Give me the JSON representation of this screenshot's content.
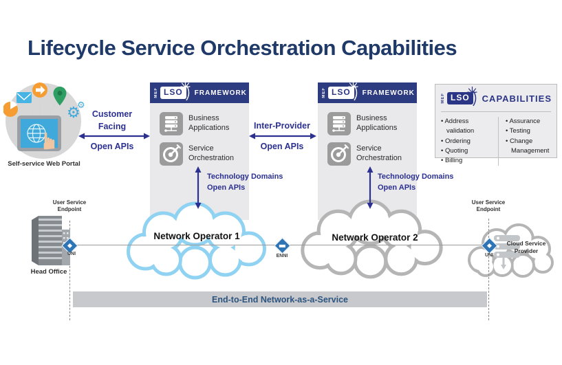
{
  "title": "Lifecycle Service Orchestration Capabilities",
  "portal": {
    "label": "Self-service Web Portal",
    "icons": [
      "pie-chart",
      "envelope",
      "circle-arrow",
      "location-pin",
      "gear",
      "globe-tablet",
      "hand-pointer"
    ]
  },
  "connectors": {
    "customer_facing": {
      "label": "Customer Facing",
      "sublabel": "Open APIs"
    },
    "inter_provider": {
      "label": "Inter-Provider",
      "sublabel": "Open APIs"
    },
    "tech_left": {
      "label": "Technology Domains",
      "sublabel": "Open APIs"
    },
    "tech_right": {
      "label": "Technology Domains",
      "sublabel": "Open APIs"
    }
  },
  "frameworks": [
    {
      "mef": "MEF",
      "lso": "LSO",
      "suffix": "FRAMEWORK",
      "items": [
        {
          "icon": "server-stack-icon",
          "label": "Business Applications"
        },
        {
          "icon": "target-icon",
          "label": "Service Orchestration"
        }
      ]
    },
    {
      "mef": "MEF",
      "lso": "LSO",
      "suffix": "FRAMEWORK",
      "items": [
        {
          "icon": "server-stack-icon",
          "label": "Business Applications"
        },
        {
          "icon": "target-icon",
          "label": "Service Orchestration"
        }
      ]
    }
  ],
  "capabilities": {
    "mef": "MEF",
    "lso": "LSO",
    "suffix": "CAPABILITIES",
    "left": [
      "Address validation",
      "Ordering",
      "Quoting",
      "Billing"
    ],
    "right": [
      "Assurance",
      "Testing",
      "Change Management"
    ]
  },
  "clouds": [
    {
      "label": "Network Operator 1"
    },
    {
      "label": "Network Operator 2"
    }
  ],
  "sites": {
    "left": {
      "endpoint": "User Service Endpoint",
      "name": "Head Office",
      "port": "UNI"
    },
    "right": {
      "endpoint": "User Service Endpoint",
      "name": "Cloud Service Provider",
      "port": "UNI"
    },
    "peering": "ENNI"
  },
  "footer": {
    "label": "End-to-End Network-as-a-Service"
  },
  "colors": {
    "title_blue": "#1f3a68",
    "header_navy": "#2d3b80",
    "brand_navy": "#2b3585",
    "label_indigo": "#2b3091",
    "cloud_blue": "#8fd2f2",
    "cloud_gray": "#b5b5b5",
    "diamond_blue": "#2f74b5",
    "bar_gray": "#c8c9cc",
    "body_gray": "#e9e9eb",
    "icon_orange": "#f59d33",
    "icon_green": "#2f9e63",
    "icon_blue": "#3fa9dc"
  }
}
